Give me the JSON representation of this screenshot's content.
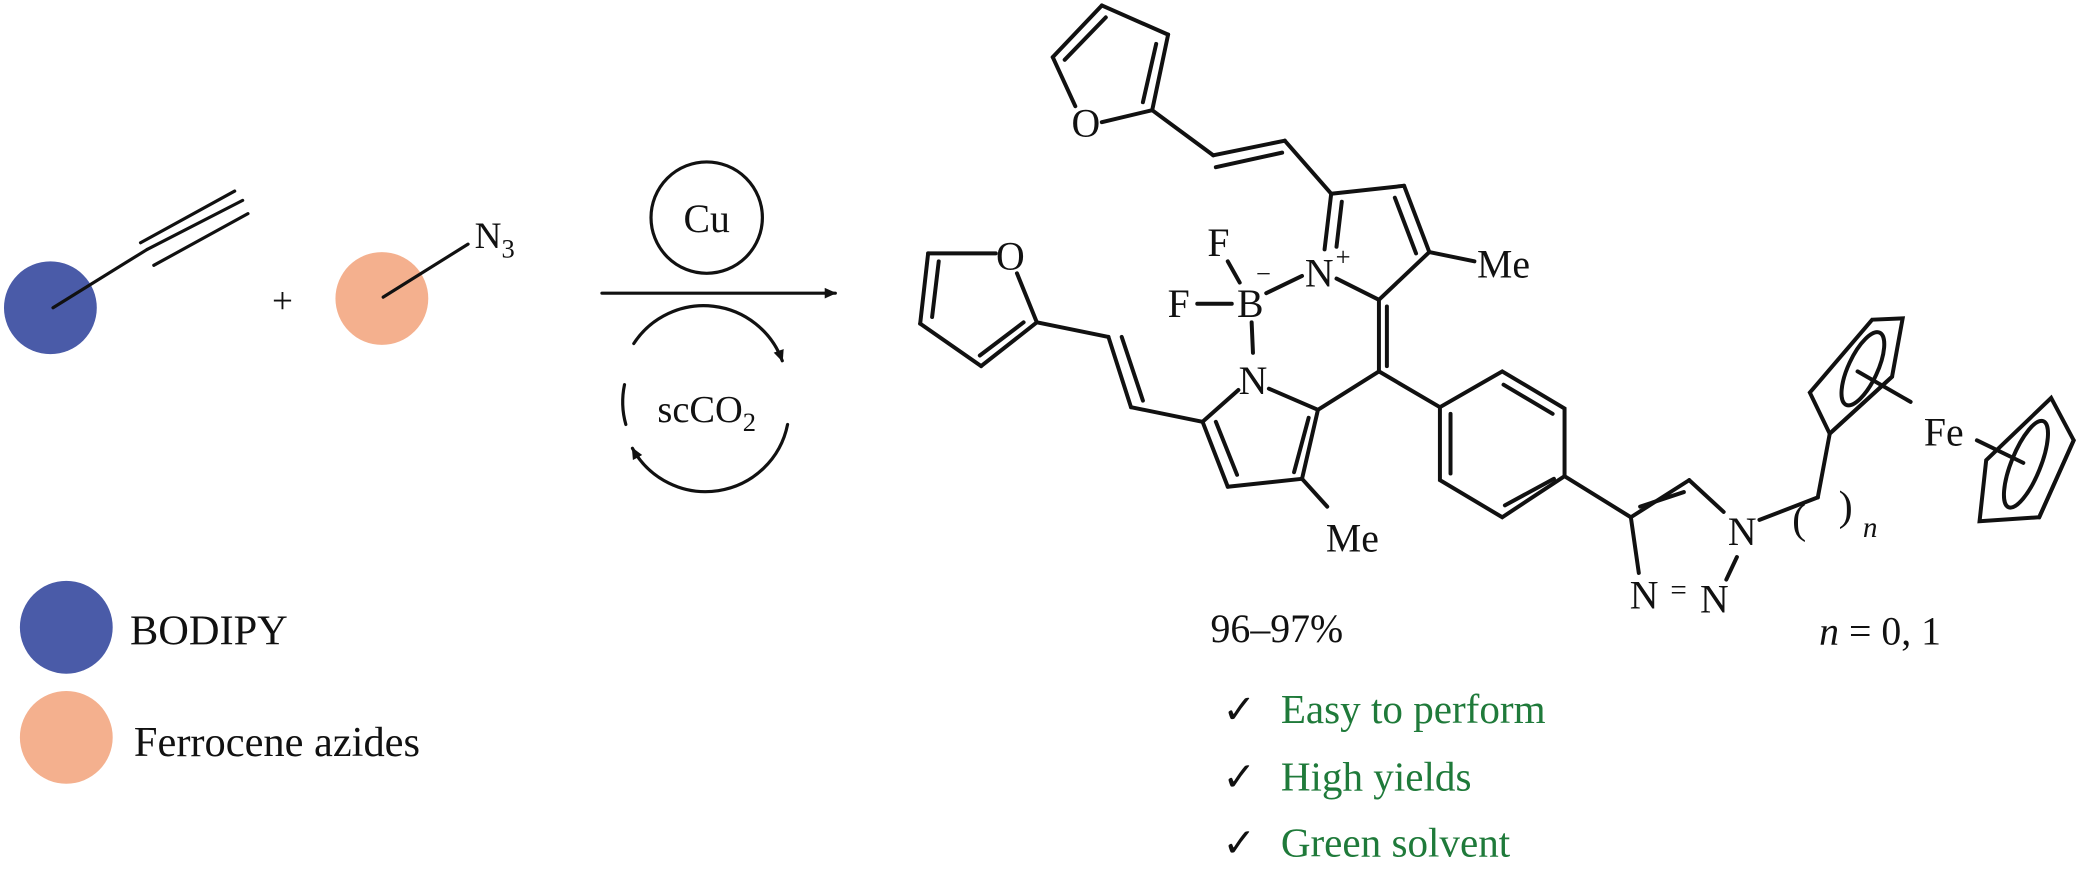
{
  "reactants": {
    "plus": "+",
    "azide_label": "N",
    "azide_subscript": "3"
  },
  "conditions": {
    "catalyst": "Cu",
    "solvent": "scCO",
    "solvent_subscript": "2"
  },
  "legend": [
    {
      "label": "BODIPY",
      "color": "#4a5ba8"
    },
    {
      "label": "Ferrocene azides",
      "color": "#f4b08e"
    }
  ],
  "product": {
    "atoms": {
      "o_top": "O",
      "o_left": "O",
      "f_top": "F",
      "f_left": "F",
      "b": "B",
      "b_charge": "−",
      "n_plus": "N",
      "n_plus_charge": "+",
      "n_lower": "N",
      "me_top": "Me",
      "me_bottom": "Me",
      "triazole_n1": "N",
      "triazole_n2": "N",
      "triazole_n3": "N",
      "triazole_double": "=",
      "fe": "Fe",
      "paren_open": "(",
      "paren_close": ")",
      "chain_n": "n"
    },
    "yield": "96–97%",
    "n_symbol": "n",
    "n_values": " = 0, 1"
  },
  "advantages": {
    "check": "✓",
    "items": [
      "Easy to perform",
      "High yields",
      "Green solvent"
    ]
  },
  "colors": {
    "bodipy": "#4a5ba8",
    "ferrocene_azide": "#f4b08e",
    "advantage_text": "#1f7a3a"
  }
}
